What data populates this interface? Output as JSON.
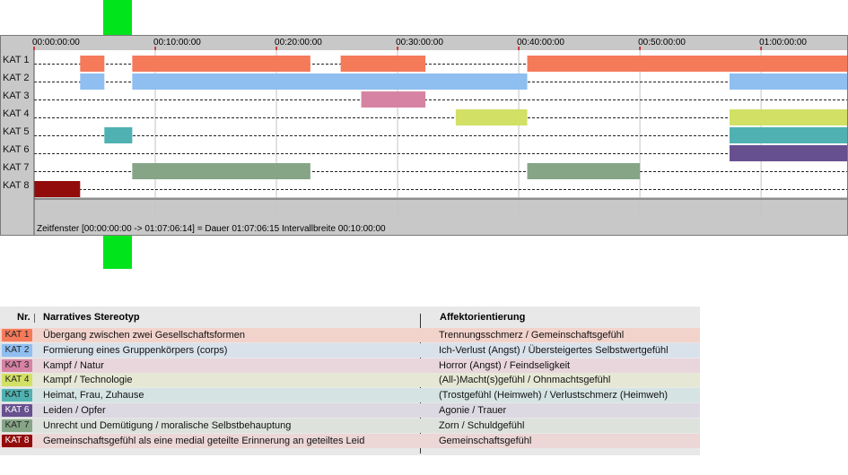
{
  "timeline": {
    "categories": [
      "KAT 1",
      "KAT 2",
      "KAT 3",
      "KAT 4",
      "KAT 5",
      "KAT 6",
      "KAT 7",
      "KAT 8"
    ],
    "colors": [
      "#f47a5a",
      "#8fbef0",
      "#d683a3",
      "#d2e066",
      "#4fb1b1",
      "#67508f",
      "#86a587",
      "#930c0c"
    ],
    "tick_labels": [
      "00:00:00:00",
      "00:10:00:00",
      "00:20:00:00",
      "00:30:00:00",
      "00:40:00:00",
      "00:50:00:00",
      "01:00:00:00"
    ],
    "tick_minutes": [
      0,
      10,
      20,
      30,
      40,
      50,
      60
    ],
    "axis_minutes": [
      0,
      67.1
    ],
    "segments": [
      {
        "cat": 0,
        "start": 3.8,
        "end": 5.8
      },
      {
        "cat": 0,
        "start": 8.1,
        "end": 22.8
      },
      {
        "cat": 0,
        "start": 25.3,
        "end": 32.3
      },
      {
        "cat": 0,
        "start": 40.7,
        "end": 67.1
      },
      {
        "cat": 1,
        "start": 3.8,
        "end": 5.8
      },
      {
        "cat": 1,
        "start": 8.1,
        "end": 40.7
      },
      {
        "cat": 1,
        "start": 57.4,
        "end": 67.1
      },
      {
        "cat": 2,
        "start": 27.0,
        "end": 32.3
      },
      {
        "cat": 3,
        "start": 34.8,
        "end": 40.7
      },
      {
        "cat": 3,
        "start": 57.4,
        "end": 67.1
      },
      {
        "cat": 4,
        "start": 5.8,
        "end": 8.1
      },
      {
        "cat": 4,
        "start": 57.4,
        "end": 67.1
      },
      {
        "cat": 5,
        "start": 57.4,
        "end": 67.1
      },
      {
        "cat": 6,
        "start": 8.1,
        "end": 22.8
      },
      {
        "cat": 6,
        "start": 40.7,
        "end": 50.0
      },
      {
        "cat": 7,
        "start": 0.0,
        "end": 3.8
      }
    ],
    "status": "Zeitfenster [00:00:00:00 -> 01:07:06:14] = Dauer 01:07:06:15    Intervallbreite 00:10:00:00"
  },
  "legend": {
    "header_nr": "Nr.",
    "header_stereotyp": "Narratives Stereotyp",
    "header_affekt": "Affektorientierung",
    "rows": [
      {
        "kat": "KAT 1",
        "stereotyp": "Übergang zwischen zwei Gesellschaftsformen",
        "affekt": "Trennungsschmerz / Gemeinschaftsgefühl",
        "bg": "#f2d3cc"
      },
      {
        "kat": "KAT 2",
        "stereotyp": "Formierung eines Gruppenkörpers (corps)",
        "affekt": "Ich-Verlust (Angst) / Übersteigertes Selbstwertgefühl",
        "bg": "#d9e1ea"
      },
      {
        "kat": "KAT 3",
        "stereotyp": "Kampf / Natur",
        "affekt": "Horror (Angst) / Feindseligkeit",
        "bg": "#e8d6dc"
      },
      {
        "kat": "KAT 4",
        "stereotyp": "Kampf / Technologie",
        "affekt": "(All-)Macht(s)gefühl / Ohnmachtsgefühl",
        "bg": "#e6e8d5"
      },
      {
        "kat": "KAT 5",
        "stereotyp": "Heimat, Frau, Zuhause",
        "affekt": "(Trostgefühl (Heimweh) / Verlustschmerz (Heimweh)",
        "bg": "#d5e4e2"
      },
      {
        "kat": "KAT 6",
        "stereotyp": "Leiden / Opfer",
        "affekt": "Agonie / Trauer",
        "bg": "#dcd9e2"
      },
      {
        "kat": "KAT 7",
        "stereotyp": "Unrecht und Demütigung / moralische Selbstbehauptung",
        "affekt": "Zorn / Schuldgefühl",
        "bg": "#dde2dc"
      },
      {
        "kat": "KAT 8",
        "stereotyp": "Gemeinschaftsgefühl als eine medial geteilte Erinnerung an geteiltes Leid",
        "affekt": "Gemeinschaftsgefühl",
        "bg": "#ecd6d6"
      }
    ]
  }
}
